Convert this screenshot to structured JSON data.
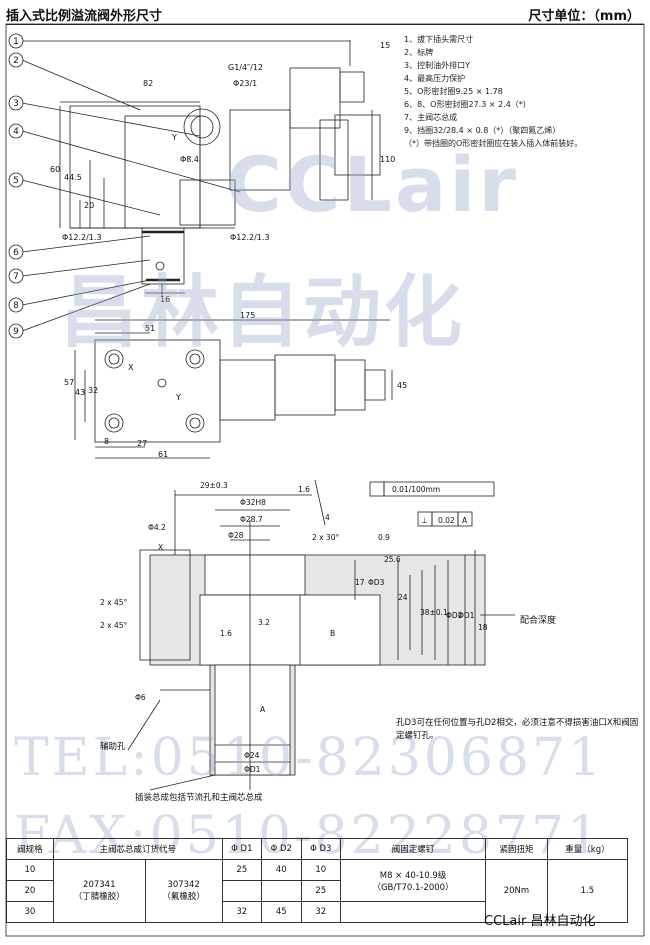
{
  "header": {
    "title": "插入式比例溢流阀外形尺寸",
    "unit": "尺寸单位：（mm）"
  },
  "notes": [
    "1、拔下插头需尺寸",
    "2、标牌",
    "3、控制油外排口Y",
    "4、最高压力保护",
    "5、O形密封圈9.25 × 1.78",
    "6、8、O形密封圈27.3 × 2.4（*）",
    "7、主阀芯总成",
    "9、挡圈32/28.4 × 0.8（*）（聚四氟乙烯）",
    "（*）带挡圈的O形密封圈应在装入插入体前装好。"
  ],
  "callouts": [
    "1",
    "2",
    "3",
    "4",
    "5",
    "6",
    "7",
    "8",
    "9"
  ],
  "top_view_dims": {
    "d82": "82",
    "d15": "15",
    "g_thread": "G1/4″/12",
    "d23": "Φ23/1",
    "d110": "110",
    "d60": "60",
    "d445": "44.5",
    "d20": "20",
    "d84": "Φ8.4",
    "d122_left": "Φ12.2/1.3",
    "d122_right": "Φ12.2/1.3",
    "d16": "16",
    "y": "Y"
  },
  "plan_dims": {
    "d175": "175",
    "d51": "51",
    "d57": "57",
    "d43": "43",
    "d32": "32",
    "d8": "8",
    "d27": "27",
    "d61": "61",
    "d45": "45",
    "x": "X",
    "y": "Y"
  },
  "section_dims": {
    "d29": "29±0.3",
    "d32h8": "Φ32H8",
    "d28_7": "Φ28.7",
    "d28": "Φ28",
    "d16": "1.6",
    "d4": "4",
    "d42": "Φ4.2",
    "flatness": "0.01/100mm",
    "perp_sym": "⊥",
    "perp_val": "0.02",
    "perp_ref": "A",
    "x": "X",
    "chamfer1": "2 x 45°",
    "chamfer2": "2 x 45°",
    "angle": "2 x 30°",
    "r16": "1.6",
    "r32": "3.2",
    "r09": "0.9",
    "b": "B",
    "a": "A",
    "d6": "Φ6",
    "d24": "Φ24",
    "d1": "ΦD1",
    "d17": "17",
    "d3": "ΦD3",
    "d24v": "24",
    "d25": "25.6",
    "d38": "38±0.1",
    "d2": "ΦD2",
    "d1v": "ΦD1",
    "d18": "18"
  },
  "notes_section": {
    "mating": "配合深度",
    "aux_hole": "辅助孔",
    "hole_note": "孔D3可在任何位置与孔D2相交，必须注意不得损害油口X和阀固定螺钉孔。",
    "bottom_note": "插装总成包括节流孔和主阀芯总成"
  },
  "table": {
    "headers": [
      "阀规格",
      "主阀芯总成订货代号",
      "Φ D1",
      "Φ D2",
      "Φ D3",
      "阀固定螺钉",
      "紧固扭矩",
      "重量（kg）"
    ],
    "rows": [
      [
        "10",
        "25",
        "40",
        "10"
      ],
      [
        "20",
        "",
        "",
        "25"
      ],
      [
        "30",
        "32",
        "45",
        "32"
      ]
    ],
    "code_a": "207341",
    "code_a_note": "（丁腈橡胶）",
    "code_b": "307342",
    "code_b_note": "（氟橡胶）",
    "screw": "M8 × 40-10.9级",
    "screw_std": "（GB/T70.1-2000）",
    "torque": "20Nm",
    "weight": "1.5"
  },
  "watermark": {
    "logo": "CCLair",
    "cn": "昌林自动化",
    "tel": "TEL:0510-82306871",
    "fax": "FAX:0510-82228771"
  },
  "brand": "CCLair 昌林自动化"
}
